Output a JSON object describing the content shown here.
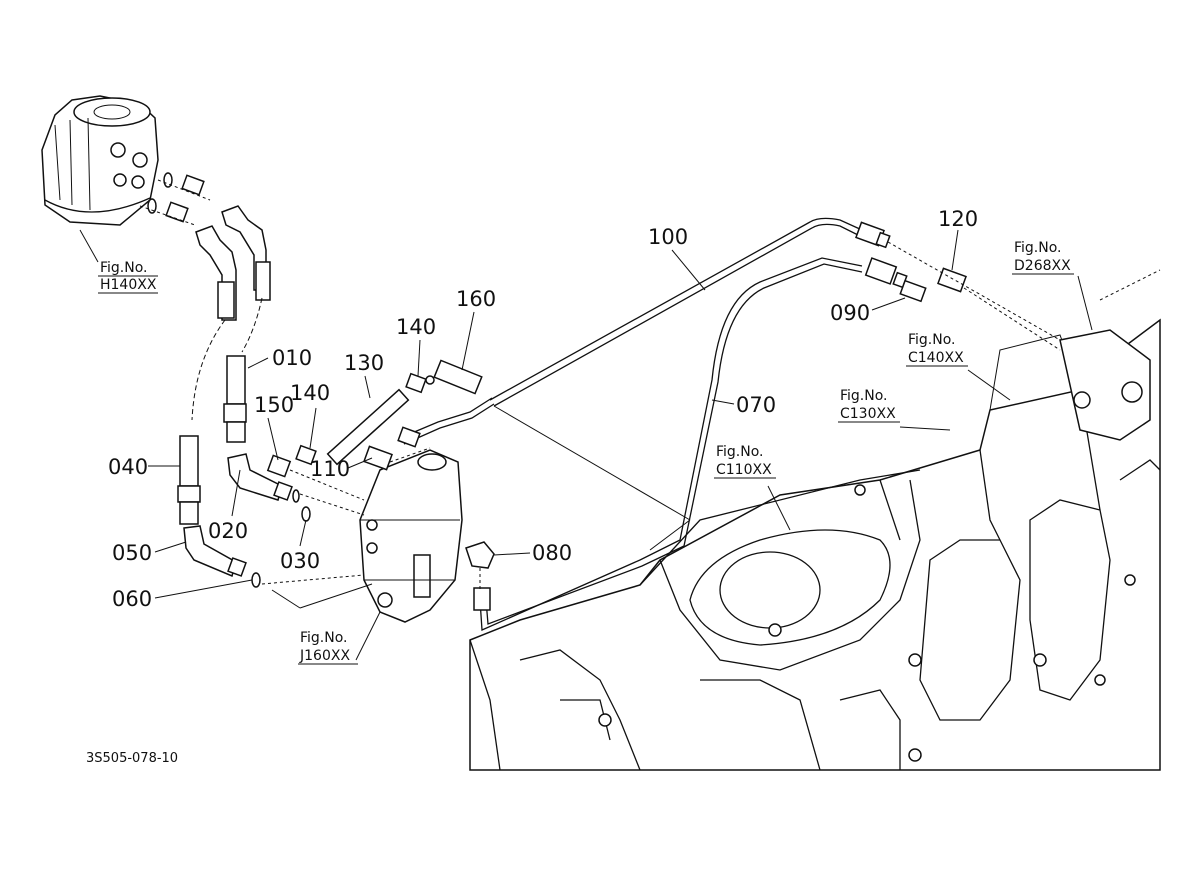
{
  "diagram": {
    "callouts": {
      "p010": "010",
      "p020": "020",
      "p030": "030",
      "p040": "040",
      "p050": "050",
      "p060": "060",
      "p070": "070",
      "p080": "080",
      "p090": "090",
      "p100": "100",
      "p110": "110",
      "p120": "120",
      "p130": "130",
      "p140a": "140",
      "p140b": "140",
      "p150": "150",
      "p160": "160"
    },
    "figure_refs": {
      "h140": {
        "label": "Fig.No.",
        "code": "H140XX"
      },
      "d268": {
        "label": "Fig.No.",
        "code": "D268XX"
      },
      "c140": {
        "label": "Fig.No.",
        "code": "C140XX"
      },
      "c130": {
        "label": "Fig.No.",
        "code": "C130XX"
      },
      "c110": {
        "label": "Fig.No.",
        "code": "C110XX"
      },
      "j160": {
        "label": "Fig.No.",
        "code": "J160XX"
      }
    },
    "drawing_code": "3S505-078-10"
  }
}
